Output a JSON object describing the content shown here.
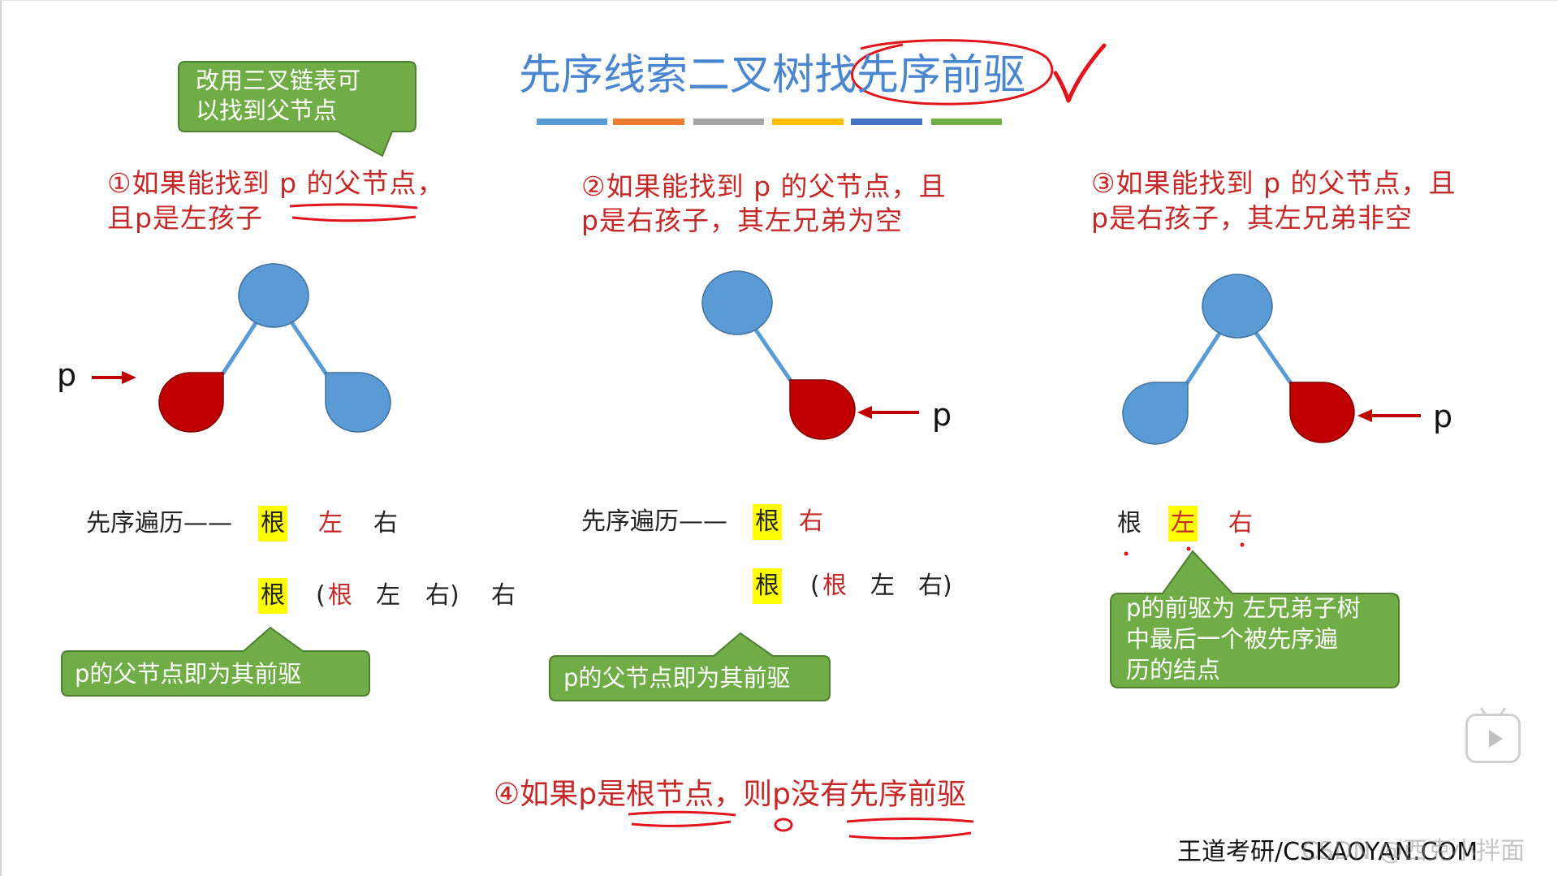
{
  "slide": {
    "title": "先序线索二叉树找先序前驱",
    "top_note": {
      "line1": "改用三叉链表可",
      "line2": "以找到父节点"
    },
    "pointer_label": "p",
    "cases": [
      {
        "line1": "①如果能找到 p 的父节点，",
        "line2": "且p是左孩子",
        "traversal_row1": {
          "prefix": "先序遍历——",
          "root": "根",
          "left": "左",
          "right": "右"
        },
        "traversal_row2": {
          "root": "根",
          "open": "(",
          "sub_root": "根",
          "sub_left": "左",
          "sub_right": "右)",
          "right": "右"
        },
        "note": [
          "p的父节点即为其前驱"
        ]
      },
      {
        "line1": "②如果能找到 p 的父节点，且",
        "line2": "p是右孩子，其左兄弟为空",
        "traversal_row1": {
          "prefix": "先序遍历——",
          "root": "根",
          "right": "右"
        },
        "traversal_row2": {
          "root": "根",
          "open": "(",
          "sub_root": "根",
          "sub_left": "左",
          "sub_right": "右)"
        },
        "note": [
          "p的父节点即为其前驱"
        ]
      },
      {
        "line1": "③如果能找到 p 的父节点，且",
        "line2": "p是右孩子，其左兄弟非空",
        "traversal_row1": {
          "root": "根",
          "left": "左",
          "right": "右"
        },
        "note": [
          "p的前驱为 左兄弟子树",
          "中最后一个被先序遍",
          "历的结点"
        ]
      }
    ],
    "case4": {
      "before": "④如果p是",
      "root_node": "根节点",
      "middle": "，则p没有",
      "end": "先序前驱"
    },
    "footer": "王道考研/CSKAOYAN.COM",
    "watermark": "CSDN @西克小拌面"
  },
  "icons": {
    "video_overlay": "play-icon"
  },
  "colors": {
    "title": "#4a86cf",
    "heading_red": "#c62828",
    "annotation_red": "#e0161c",
    "node_blue": "#5b9bd5",
    "node_red": "#c00000",
    "callout_green": "#70ad47",
    "highlight_yellow": "#ffff00",
    "title_bar": [
      "#5b9bd5",
      "#ed7d31",
      "#a5a5a5",
      "#ffc000",
      "#4472c4",
      "#70ad47"
    ]
  }
}
